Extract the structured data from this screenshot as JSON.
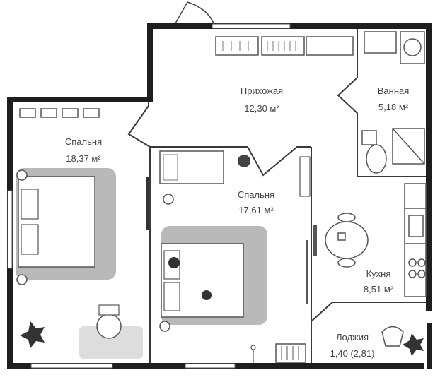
{
  "colors": {
    "wall": "#1e1e1e",
    "thin_wall": "#3a3a3a",
    "furniture": "#555555",
    "rug": "#b9b9b9",
    "text": "#444444"
  },
  "rooms": {
    "hallway": {
      "name": "Прихожая",
      "area": "12,30 м²"
    },
    "bathroom": {
      "name": "Ванная",
      "area": "5,18 м²"
    },
    "bedroom_left": {
      "name": "Спальня",
      "area": "18,37 м²"
    },
    "bedroom_center": {
      "name": "Спальня",
      "area": "17,61 м²"
    },
    "kitchen": {
      "name": "Кухня",
      "area": "8,51 м²"
    },
    "loggia": {
      "name": "Лоджия",
      "area": "1,40 (2,81)"
    }
  }
}
